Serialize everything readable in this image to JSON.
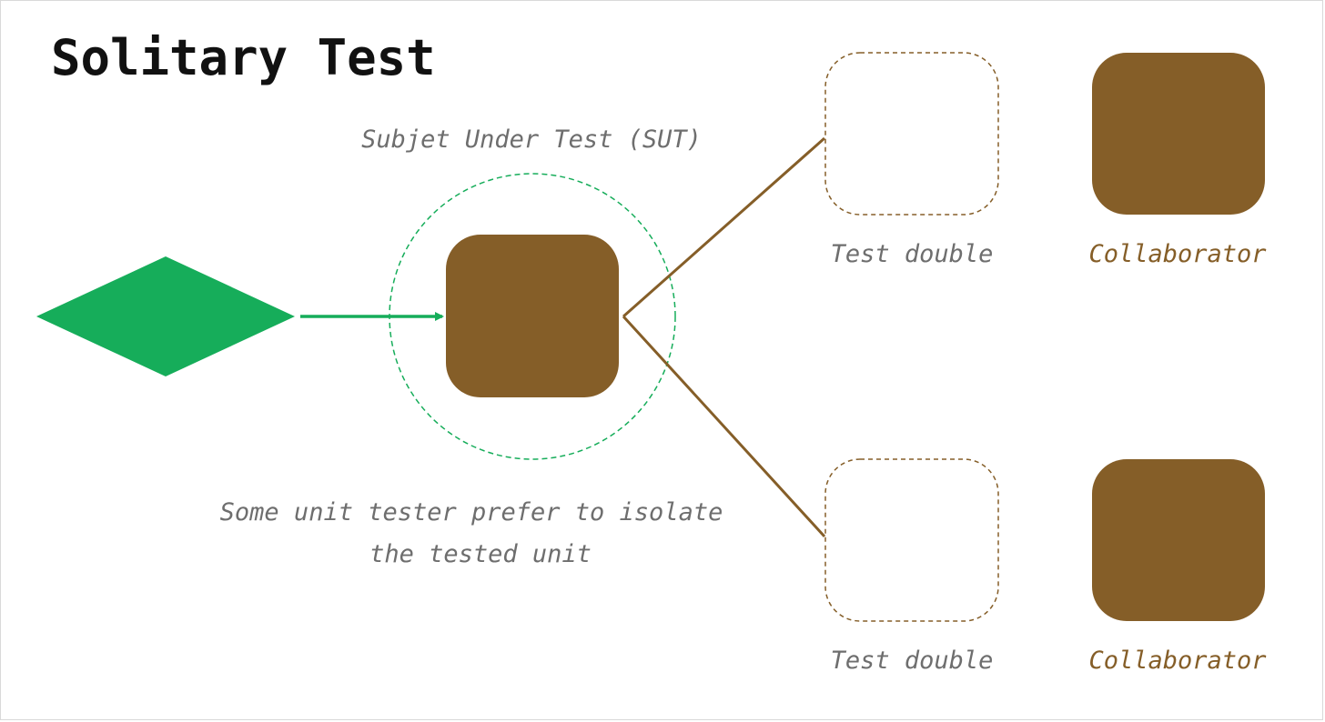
{
  "title": "Solitary Test",
  "sut_label": "Subjet Under Test (SUT)",
  "caption": {
    "line1": "Some unit tester prefer to isolate",
    "line2": "the tested unit"
  },
  "pairs": [
    {
      "double_label": "Test double",
      "collaborator_label": "Collaborator"
    },
    {
      "double_label": "Test double",
      "collaborator_label": "Collaborator"
    }
  ],
  "colors": {
    "green": "#16ad5a",
    "brown": "#855e28",
    "gray_text": "#6e6e6e",
    "title_text": "#111111",
    "frame": "#d9d9d9"
  },
  "icons": {
    "input": "diamond",
    "sut": "rounded-square",
    "test_double": "dashed-rounded-square",
    "collaborator": "rounded-square"
  }
}
